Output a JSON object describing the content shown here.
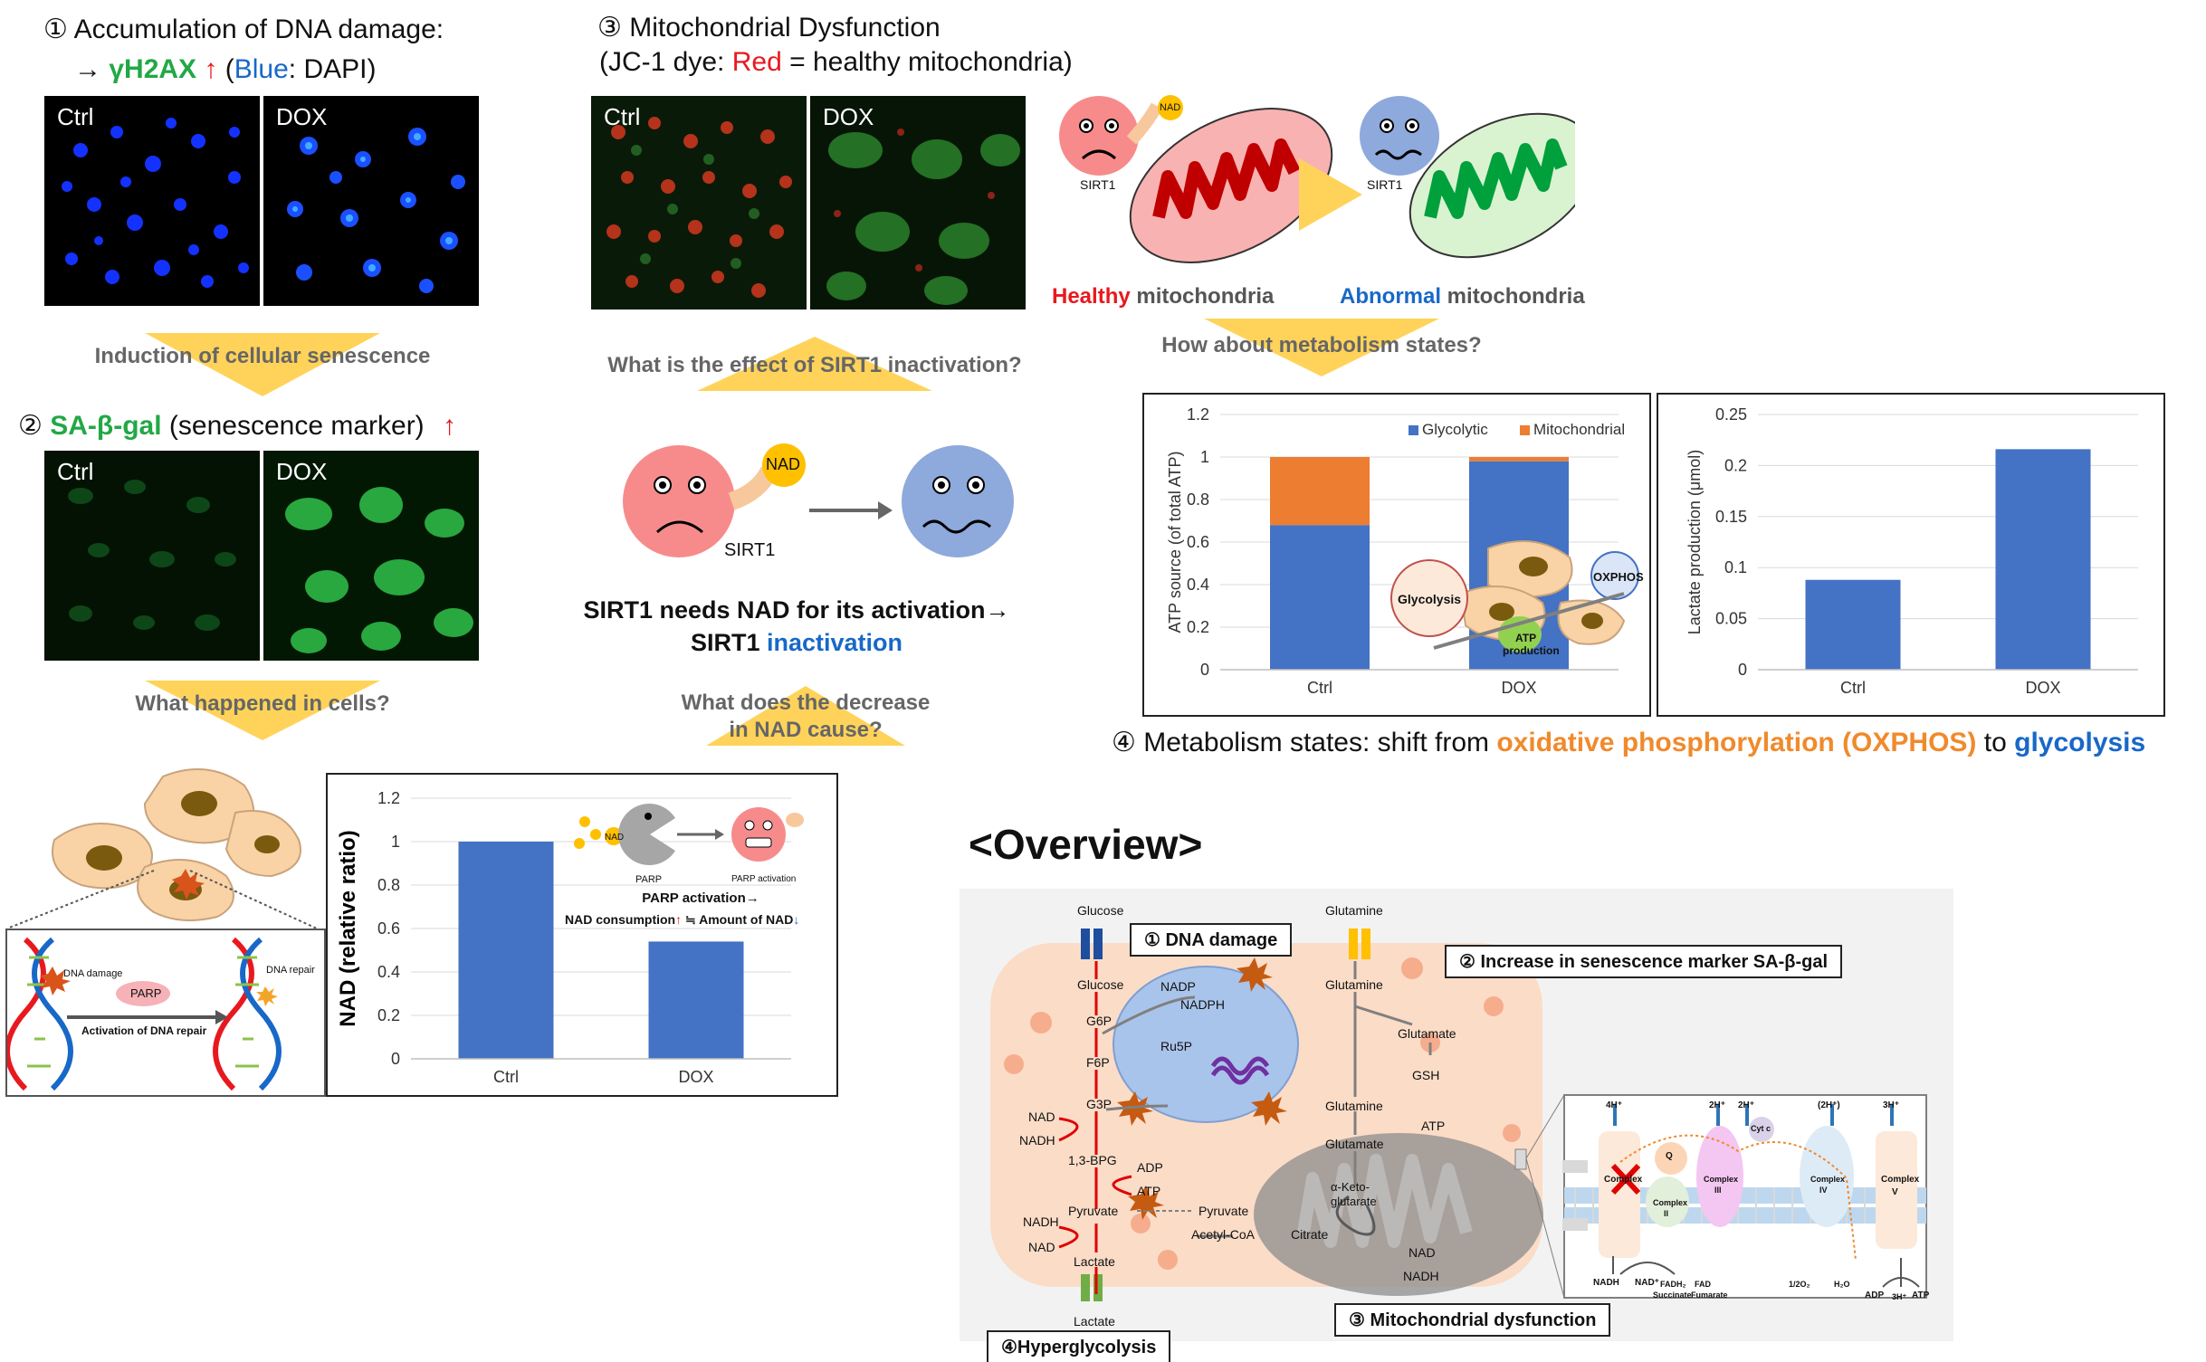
{
  "panel1": {
    "title_prefix": "① Accumulation of DNA damage:",
    "arrow": "→",
    "marker": "γH2AX",
    "up": "↑",
    "paren_open": "(",
    "blue_word": "Blue",
    "rest": ": DAPI)",
    "img_ctrl": "Ctrl",
    "img_dox": "DOX"
  },
  "arrow1_text": "Induction of cellular senescence",
  "panel2": {
    "prefix": "②",
    "marker": "SA-β-gal",
    "rest": "(senescence marker)",
    "up": "↑",
    "img_ctrl": "Ctrl",
    "img_dox": "DOX"
  },
  "arrow2_text": "What happened in cells?",
  "dna_panel": {
    "dna_damage": "DNA damage",
    "parp": "PARP",
    "activation": "Activation of DNA repair",
    "dna_repair": "DNA repair"
  },
  "nad_chart": {
    "parp_small": "PARP",
    "parp_activation_small": "PARP activation",
    "nad_small": "NAD",
    "line1": "PARP activation→",
    "line2a": "NAD consumption",
    "up": "↑",
    "approx": "≒",
    "line2b": "Amount of NAD",
    "down": "↓"
  },
  "panel3": {
    "title": "③ Mitochondrial Dysfunction",
    "sub_open": "(JC-1 dye: ",
    "sub_red": "Red",
    "sub_rest": " = healthy mitochondria)",
    "img_ctrl": "Ctrl",
    "img_dox": "DOX",
    "sirt1_a": "SIRT1",
    "sirt1_b": "SIRT1",
    "nad_a": "NAD",
    "healthy_word": "Healthy",
    "healthy_rest": " mitochondria",
    "abnormal_word": "Abnormal",
    "abnormal_rest": " mitochondria"
  },
  "arrow3_text": "What is the effect of SIRT1 inactivation?",
  "arrow4_text": "How about metabolism states?",
  "sirt_center": {
    "nad": "NAD",
    "sirt1": "SIRT1",
    "line1": "SIRT1 needs NAD for its activation→",
    "line2a": "SIRT1 ",
    "line2b": "inactivation"
  },
  "arrow5_text_1": "What does the decrease",
  "arrow5_text_2": "in NAD cause?",
  "atp_chart_labels": {
    "glycolysis": "Glycolysis",
    "oxphos": "OXPHOS",
    "atp_production_1": "ATP",
    "atp_production_2": "production"
  },
  "panel4": {
    "prefix": "④ Metabolism states: shift from ",
    "orange": "oxidative phosphorylation (OXPHOS)",
    "to": " to ",
    "blue": "glycolysis"
  },
  "overview": {
    "title": "<Overview>",
    "box1": "① DNA damage",
    "box2": "② Increase in senescence marker SA-β-gal",
    "box3": "③ Mitochondrial dysfunction",
    "box4": "④Hyperglycolysis",
    "glucose_out": "Glucose",
    "glucose_in": "Glucose",
    "g6p": "G6P",
    "f6p": "F6P",
    "g3p": "G3P",
    "nad1": "NAD",
    "nadh1": "NADH",
    "bpg": "1,3-BPG",
    "adp": "ADP",
    "atp": "ATP",
    "pyruvate": "Pyruvate",
    "nadh2": "NADH",
    "nad2": "NAD",
    "lactate_in": "Lactate",
    "lactate_out": "Lactate",
    "nadp": "NADP",
    "nadph": "NADPH",
    "ru5p": "Ru5P",
    "glutamine_out": "Glutamine",
    "glutamine_in": "Glutamine",
    "glutamate": "Glutamate",
    "gsh": "GSH",
    "glutamine_m": "Glutamine",
    "glutamate_m": "Glutamate",
    "atp_m": "ATP",
    "aketo_1": "α-Keto-",
    "aketo_2": "glutarate",
    "pyruvate_m": "Pyruvate",
    "acetylcoa": "Acetyl-CoA",
    "citrate": "Citrate",
    "nad_m": "NAD",
    "nadh_m": "NADH",
    "etc": {
      "h1": "4H⁺",
      "h2": "2H⁺",
      "h3": "2H⁺",
      "h4": "(2H⁺)",
      "h5": "3H⁺",
      "complex1": "Complex",
      "complex2a": "Complex",
      "complex2b": "II",
      "complex3a": "Complex",
      "complex3b": "III",
      "complex4a": "Complex",
      "complex4b": "IV",
      "complex5a": "Complex",
      "complex5b": "V",
      "q": "Q",
      "cytc": "Cyt c",
      "nadh": "NADH",
      "nadplus": "NAD⁺",
      "fadh2": "FADH₂",
      "succinate": "Succinate",
      "fad": "FAD",
      "fumarate": "Fumarate",
      "o2": "1/2O₂",
      "h2o": "H₂O",
      "adp": "ADP",
      "h6": "3H⁺",
      "atp": "ATP"
    }
  },
  "chart_data": [
    {
      "type": "bar",
      "categories": [
        "Ctrl",
        "DOX"
      ],
      "values": [
        1.0,
        0.54
      ],
      "xlabel": "",
      "ylabel": "NAD (relative ratio)",
      "ylim": [
        0,
        1.2
      ],
      "yticks": [
        "0",
        "0.2",
        "0.4",
        "0.6",
        "0.8",
        "1",
        "1.2"
      ],
      "color": "#4472c4"
    },
    {
      "type": "bar",
      "stacked": true,
      "categories": [
        "Ctrl",
        "DOX"
      ],
      "series": [
        {
          "name": "Glycolytic",
          "values": [
            0.68,
            0.98
          ],
          "color": "#4472c4"
        },
        {
          "name": "Mitochondrial",
          "values": [
            0.32,
            0.02
          ],
          "color": "#ed7d31"
        }
      ],
      "xlabel": "",
      "ylabel": "ATP source (of total ATP)",
      "ylim": [
        0,
        1.2
      ],
      "yticks": [
        "0",
        "0.2",
        "0.4",
        "0.6",
        "0.8",
        "1",
        "1.2"
      ],
      "legend": "top-right"
    },
    {
      "type": "bar",
      "categories": [
        "Ctrl",
        "DOX"
      ],
      "values": [
        0.088,
        0.216
      ],
      "xlabel": "",
      "ylabel": "Lactate production (μmol)",
      "ylim": [
        0,
        0.25
      ],
      "yticks": [
        "0",
        "0.05",
        "0.1",
        "0.15",
        "0.2",
        "0.25"
      ],
      "color": "#4472c4"
    }
  ]
}
